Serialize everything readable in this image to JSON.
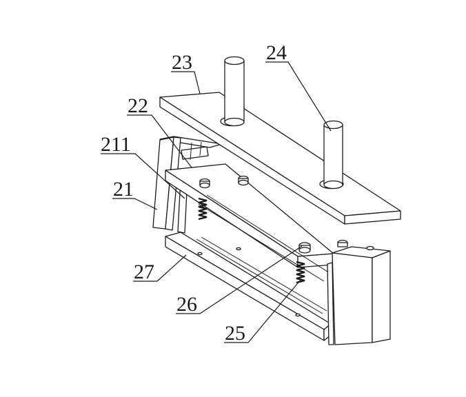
{
  "diagram": {
    "labels": {
      "l23": "23",
      "l24": "24",
      "l22": "22",
      "l211": "211",
      "l21": "21",
      "l27": "27",
      "l26": "26",
      "l25": "25"
    },
    "colors": {
      "line": "#1a1a1a",
      "background": "#ffffff"
    }
  }
}
